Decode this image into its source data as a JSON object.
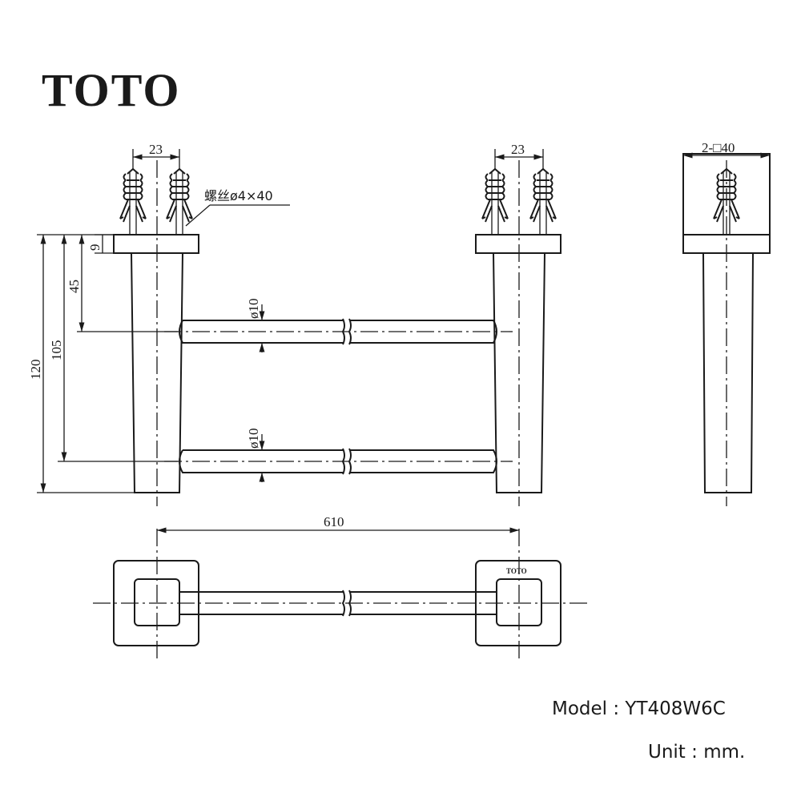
{
  "brand": {
    "logo_text": "TOTO",
    "plate_logo_text": "TOTO"
  },
  "dimensions": {
    "anchor_spacing_left": "23",
    "anchor_spacing_right": "23",
    "side_base": "2-□40",
    "screw_note": "螺丝ø4×40",
    "flange_thickness": "9",
    "upper_bar_height": "45",
    "lower_bar_height": "105",
    "overall_height": "120",
    "upper_bar_dia": "ø10",
    "lower_bar_dia": "ø10",
    "overall_length": "610"
  },
  "info": {
    "model": "Model :  YT408W6C",
    "unit": "Unit : mm."
  }
}
